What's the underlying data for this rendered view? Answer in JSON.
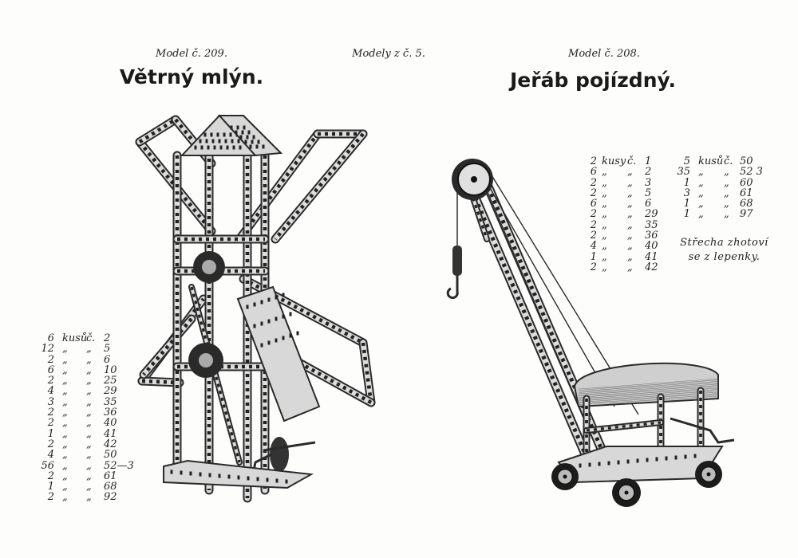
{
  "header": {
    "left_model": "Model č. 209.",
    "center": "Modely z č. 5.",
    "right_model": "Model č. 208."
  },
  "left": {
    "title": "Větrný mlýn.",
    "parts": [
      {
        "qty": "6",
        "unit": "kusů",
        "mark": "č.",
        "part": "2"
      },
      {
        "qty": "12",
        "unit": "„",
        "mark": "„",
        "part": "5"
      },
      {
        "qty": "2",
        "unit": "„",
        "mark": "„",
        "part": "6"
      },
      {
        "qty": "6",
        "unit": "„",
        "mark": "„",
        "part": "10"
      },
      {
        "qty": "2",
        "unit": "„",
        "mark": "„",
        "part": "25"
      },
      {
        "qty": "4",
        "unit": "„",
        "mark": "„",
        "part": "29"
      },
      {
        "qty": "3",
        "unit": "„",
        "mark": "„",
        "part": "35"
      },
      {
        "qty": "2",
        "unit": "„",
        "mark": "„",
        "part": "36"
      },
      {
        "qty": "2",
        "unit": "„",
        "mark": "„",
        "part": "40"
      },
      {
        "qty": "1",
        "unit": "„",
        "mark": "„",
        "part": "41"
      },
      {
        "qty": "2",
        "unit": "„",
        "mark": "„",
        "part": "42"
      },
      {
        "qty": "4",
        "unit": "„",
        "mark": "„",
        "part": "50"
      },
      {
        "qty": "56",
        "unit": "„",
        "mark": "„",
        "part": "52—3"
      },
      {
        "qty": "2",
        "unit": "„",
        "mark": "„",
        "part": "61"
      },
      {
        "qty": "1",
        "unit": "„",
        "mark": "„",
        "part": "68"
      },
      {
        "qty": "2",
        "unit": "„",
        "mark": "„",
        "part": "92"
      }
    ]
  },
  "right": {
    "title": "Jeřáb pojízdný.",
    "parts_a": [
      {
        "qty": "2",
        "unit": "kusy",
        "mark": "č.",
        "part": "1"
      },
      {
        "qty": "6",
        "unit": "„",
        "mark": "„",
        "part": "2"
      },
      {
        "qty": "2",
        "unit": "„",
        "mark": "„",
        "part": "3"
      },
      {
        "qty": "2",
        "unit": "„",
        "mark": "„",
        "part": "5"
      },
      {
        "qty": "6",
        "unit": "„",
        "mark": "„",
        "part": "6"
      },
      {
        "qty": "2",
        "unit": "„",
        "mark": "„",
        "part": "29"
      },
      {
        "qty": "2",
        "unit": "„",
        "mark": "„",
        "part": "35"
      },
      {
        "qty": "2",
        "unit": "„",
        "mark": "„",
        "part": "36"
      },
      {
        "qty": "4",
        "unit": "„",
        "mark": "„",
        "part": "40"
      },
      {
        "qty": "1",
        "unit": "„",
        "mark": "„",
        "part": "41"
      },
      {
        "qty": "2",
        "unit": "„",
        "mark": "„",
        "part": "42"
      }
    ],
    "parts_b": [
      {
        "qty": "5",
        "unit": "kusů",
        "mark": "č.",
        "part": "50"
      },
      {
        "qty": "35",
        "unit": "„",
        "mark": "„",
        "part": "52   3"
      },
      {
        "qty": "1",
        "unit": "„",
        "mark": "„",
        "part": "60"
      },
      {
        "qty": "3",
        "unit": "„",
        "mark": "„",
        "part": "61"
      },
      {
        "qty": "1",
        "unit": "„",
        "mark": "„",
        "part": "68"
      },
      {
        "qty": "1",
        "unit": "„",
        "mark": "„",
        "part": "97"
      }
    ],
    "note_line1": "Střecha zhotoví",
    "note_line2": "se z lepenky."
  },
  "colors": {
    "ink": "#2a2a2a",
    "paper": "#fdfdfc"
  }
}
